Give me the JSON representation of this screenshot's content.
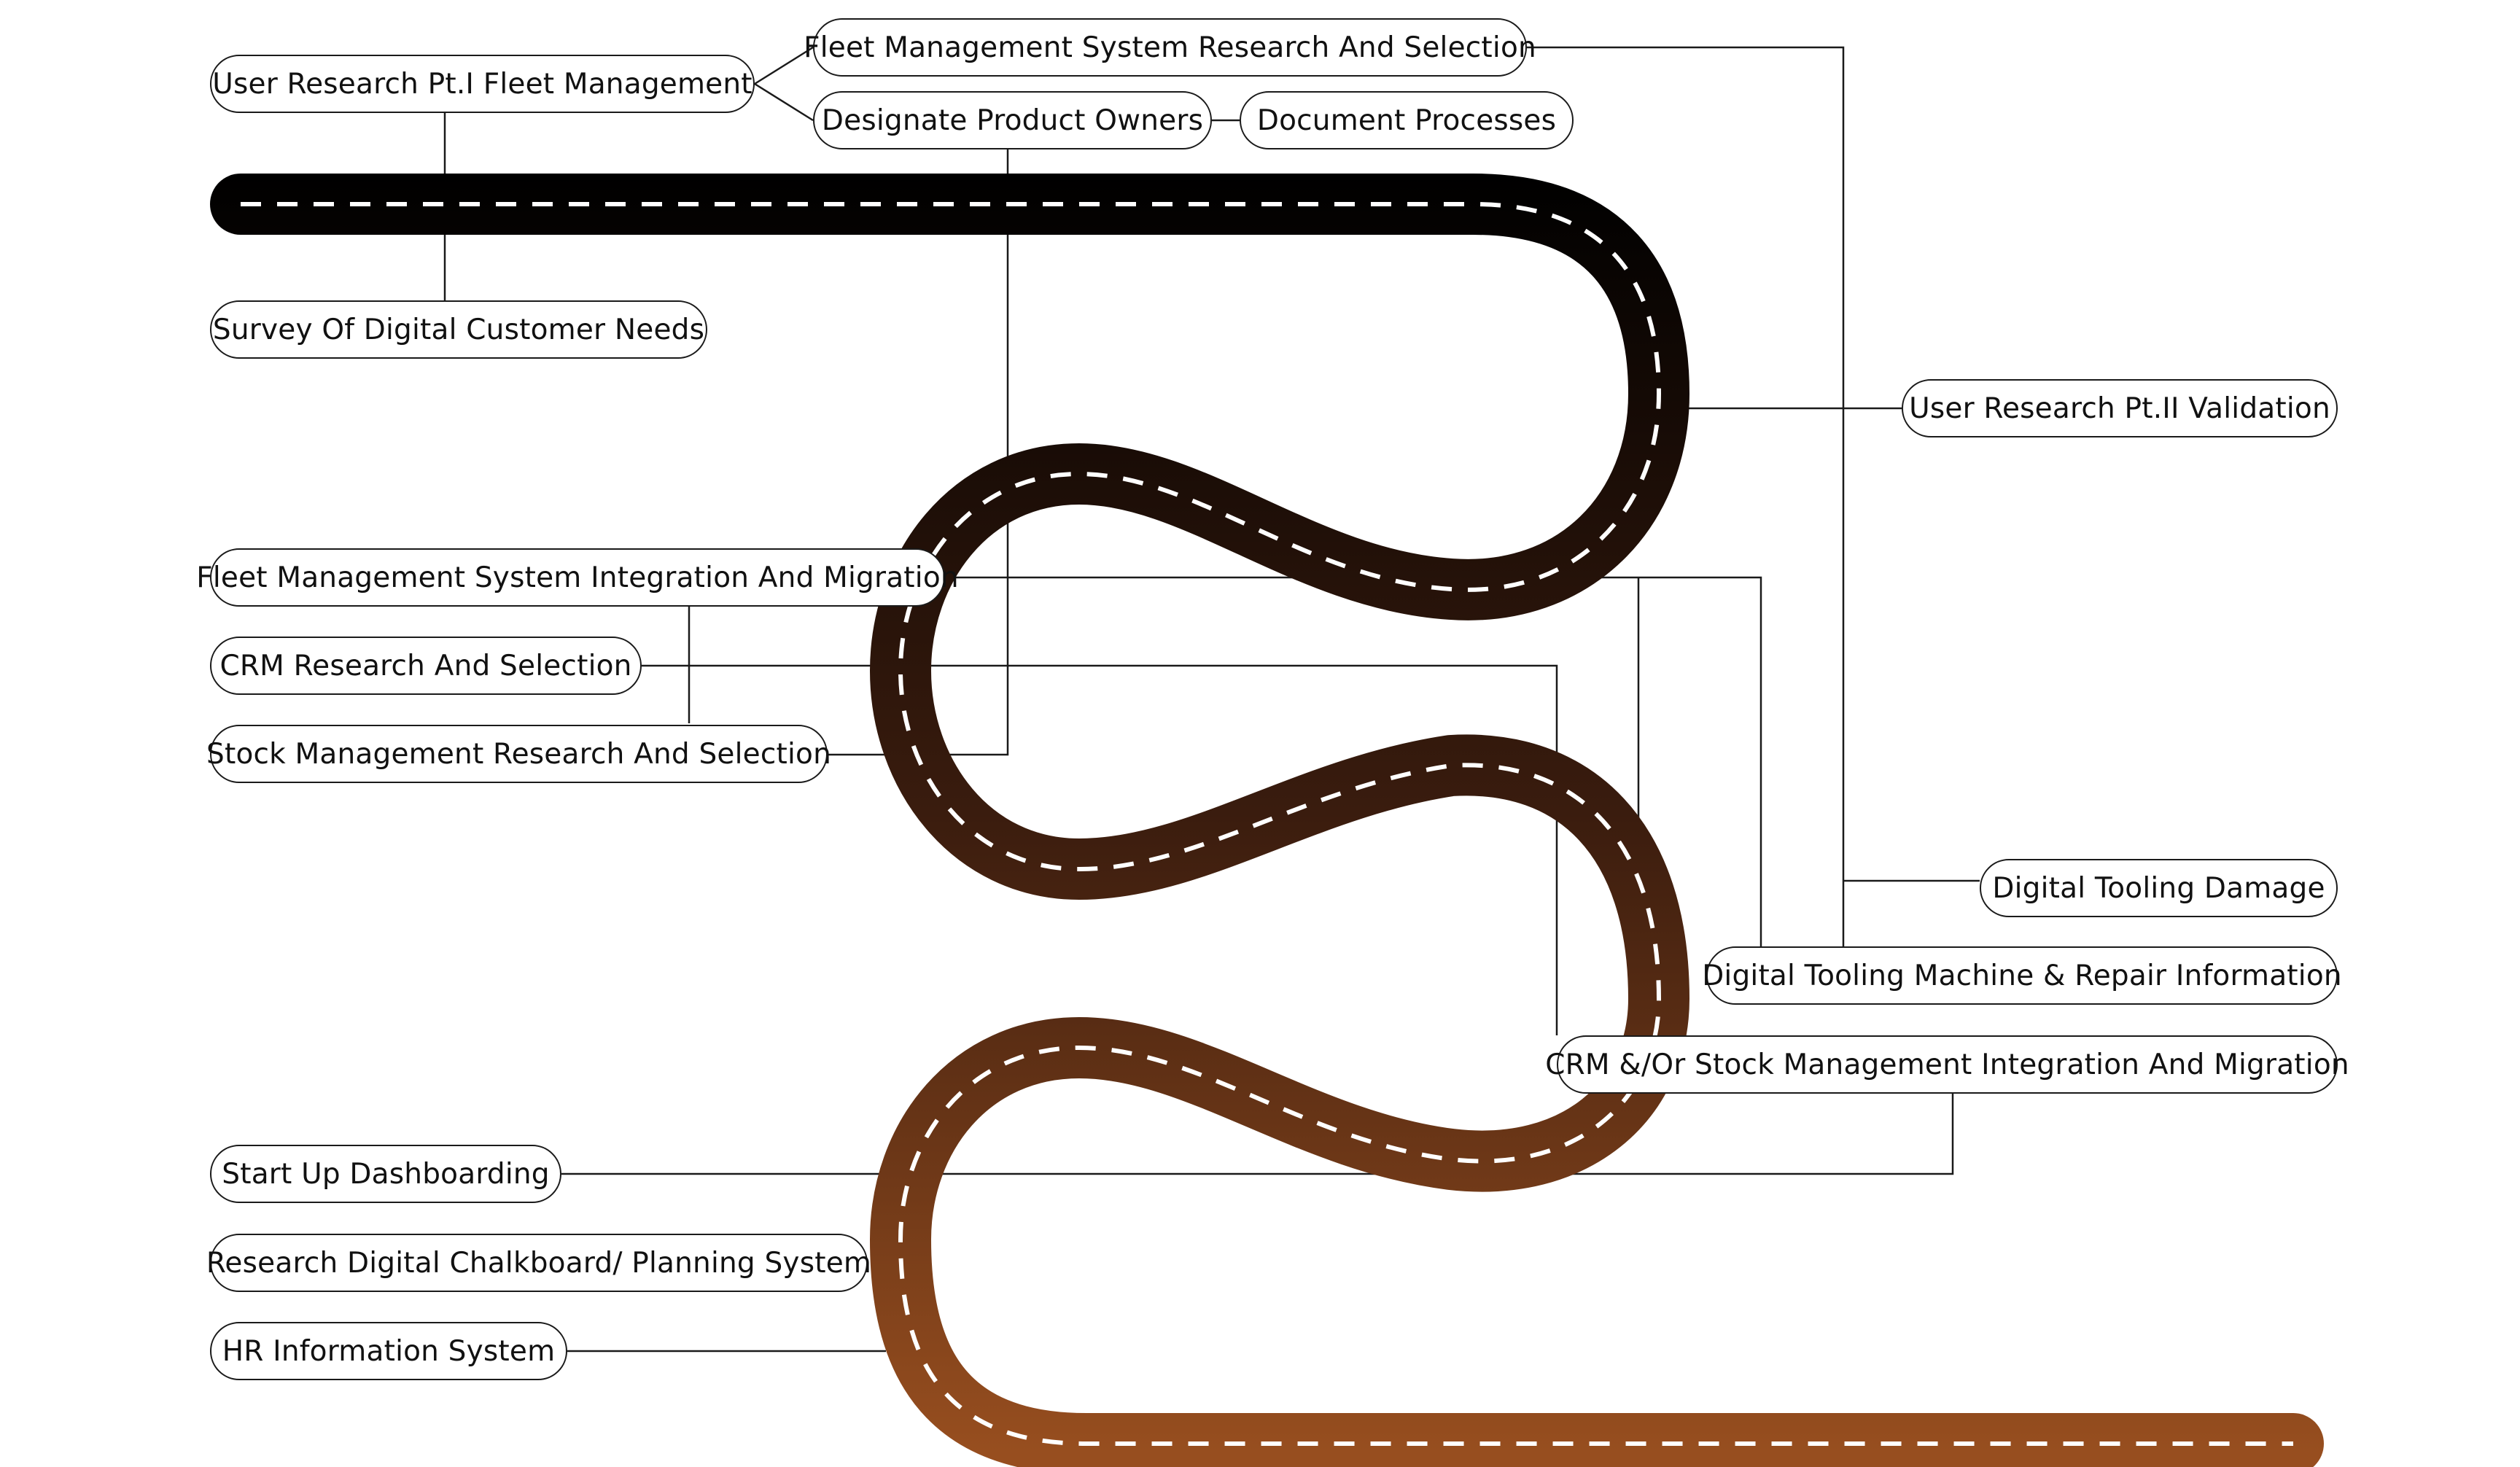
{
  "roadmap": {
    "road_colors": {
      "start": "#000000",
      "middle": "#3a1c0e",
      "end": "#974e1f"
    },
    "road_dash_color": "#ffffff",
    "line_color": "#1a1a1a",
    "milestones": {
      "user_research_1": "User Research Pt.I Fleet Management",
      "fms_research": "Fleet Management System Research And Selection",
      "designate_owners": "Designate Product Owners",
      "document_processes": "Document Processes",
      "survey": "Survey Of Digital Customer Needs",
      "user_research_2": "User Research Pt.II Validation",
      "fms_integration": "Fleet Management System Integration And Migration",
      "crm_research": "CRM Research And Selection",
      "stock_research": "Stock Management Research And Selection",
      "tooling_damage": "Digital Tooling Damage",
      "tooling_info": "Digital Tooling Machine & Repair Information",
      "crm_stock_integration": "CRM &/Or Stock Management Integration And Migration",
      "dashboarding": "Start Up Dashboarding",
      "chalkboard": "Research Digital Chalkboard/ Planning System",
      "hr_system": "HR Information System"
    }
  }
}
